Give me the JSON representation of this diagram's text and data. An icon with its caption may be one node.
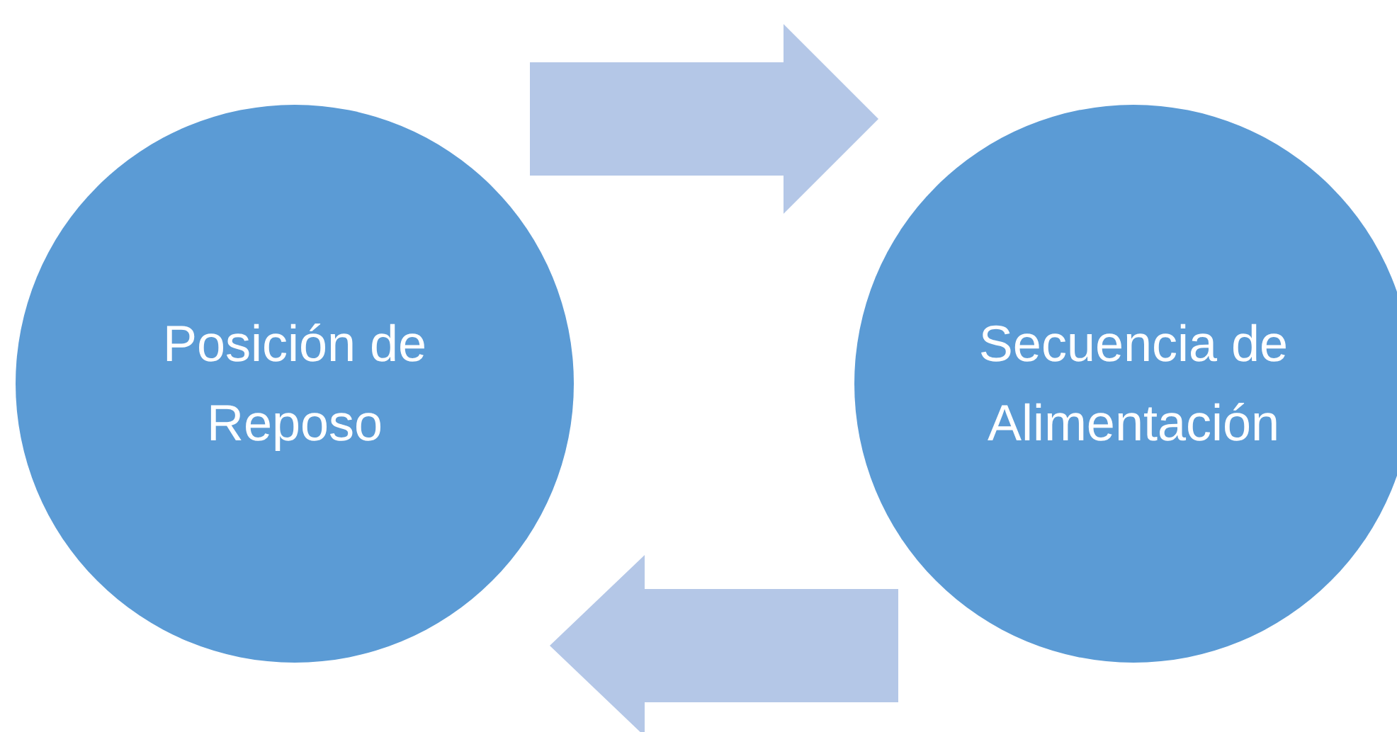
{
  "diagram": {
    "nodes": [
      {
        "text": [
          "Posición de Reposo"
        ]
      },
      {
        "text": [
          "Secuencia de Alimentación"
        ]
      }
    ],
    "edges": [
      {
        "from": 0,
        "to": 1,
        "arrow": "to"
      },
      {
        "from": 1,
        "to": 0,
        "arrow": "to"
      }
    ]
  }
}
